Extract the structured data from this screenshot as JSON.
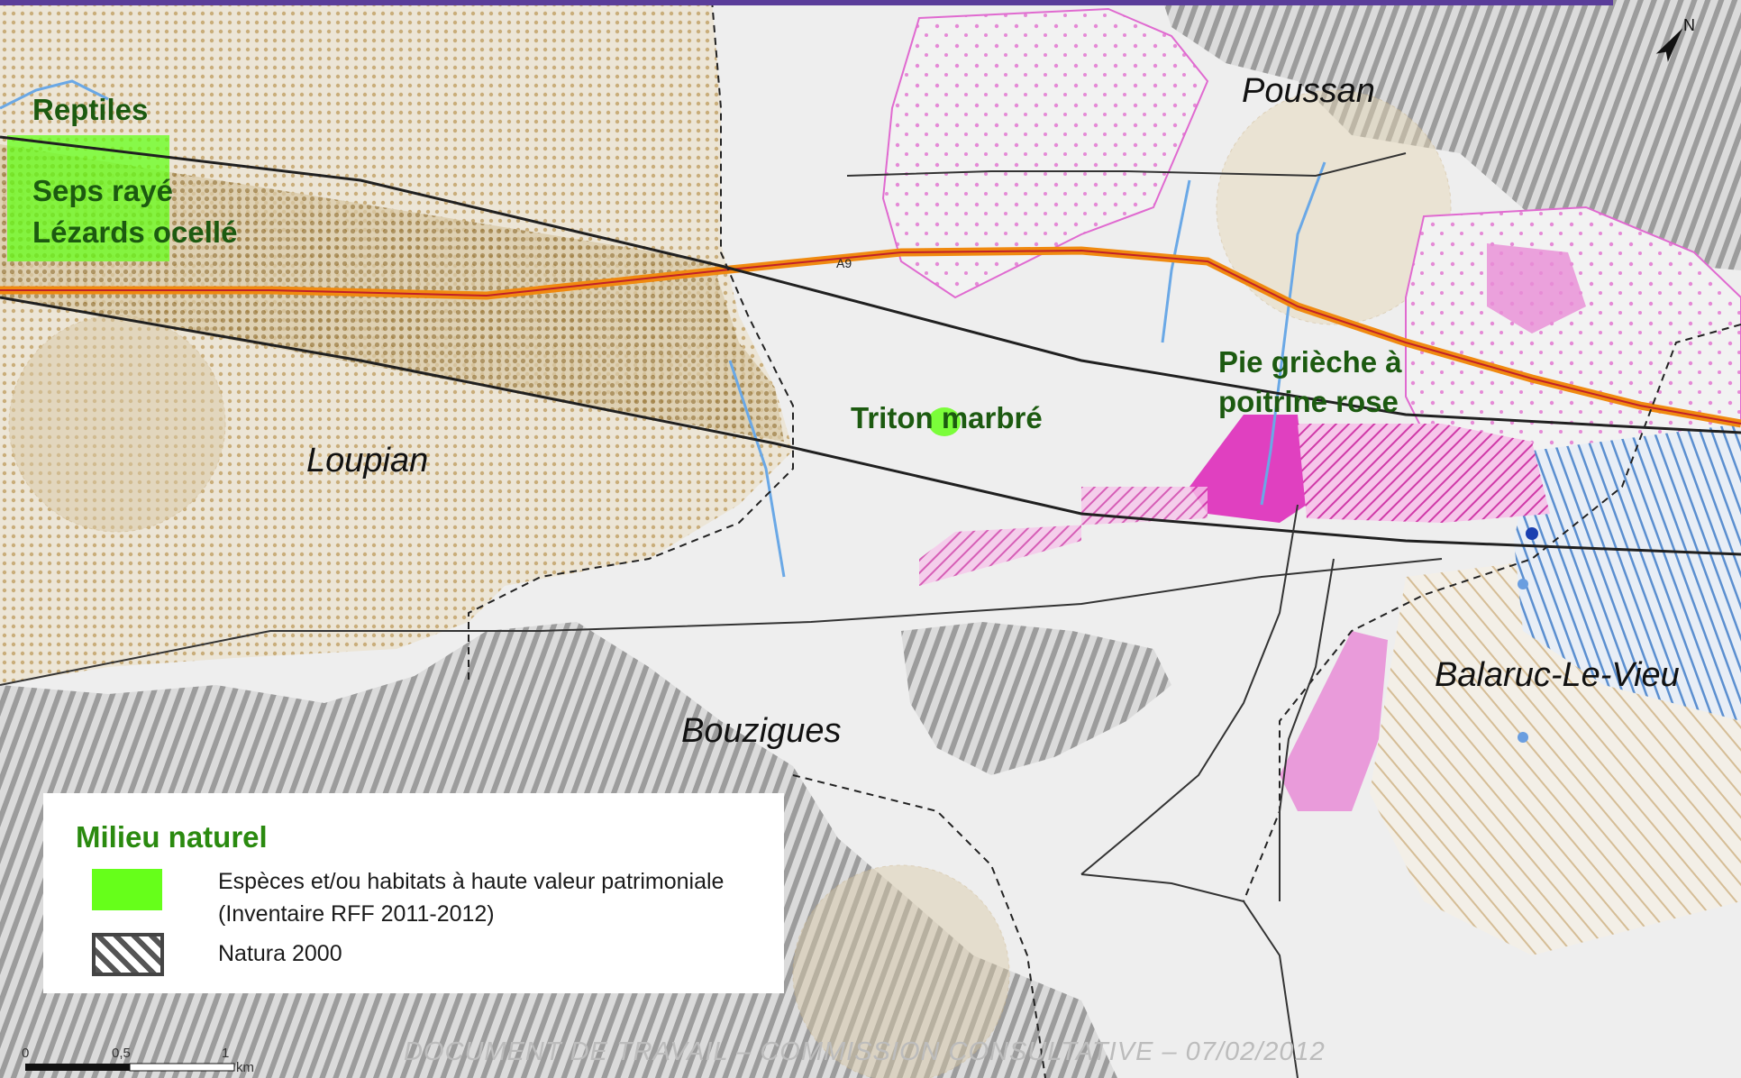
{
  "map": {
    "towns": {
      "poussan": "Poussan",
      "loupian": "Loupian",
      "bouzigues": "Bouzigues",
      "balaruc": "Balaruc-Le-Vieu"
    },
    "species_labels": {
      "reptiles": "Reptiles",
      "seps_raye": "Seps rayé",
      "lezards_ocelle": "Lézards ocellé",
      "triton_marbre": "Triton marbré",
      "pie_grieche_line1": "Pie grièche à",
      "pie_grieche_line2": "poitrine rose"
    },
    "road_label": "A9",
    "colors": {
      "background": "#efefef",
      "natura_hatch": "#8a8a8a",
      "habitat_green": "#66ff1a",
      "dotted_zone": "#c9b48a",
      "magenta_zone": "#e040c0",
      "motorway": "#f08a10",
      "water": "#6aa8e6",
      "border_purple": "#5a3d9a"
    }
  },
  "legend": {
    "title": "Milieu naturel",
    "items": [
      {
        "line1": "Espèces et/ou habitats à haute valeur patrimoniale",
        "line2": "(Inventaire RFF 2011-2012)"
      },
      {
        "line1": "Natura 2000"
      }
    ]
  },
  "scale_bar": {
    "tick_0": "0",
    "tick_mid": "0,5",
    "tick_end": "1",
    "unit": "km"
  },
  "watermark": "DOCUMENT DE TRAVAIL – COMMISSION CONSULTATIVE – 07/02/2012",
  "north_arrow": {
    "label": "N",
    "icon": "north-arrow-icon"
  }
}
